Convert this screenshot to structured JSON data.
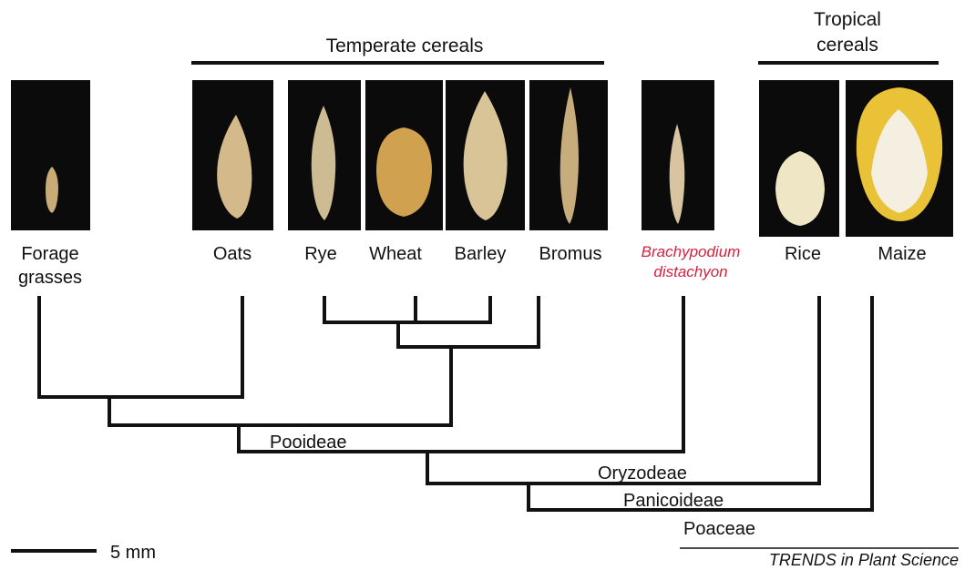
{
  "groups": {
    "temperate": "Temperate cereals",
    "tropical_line1": "Tropical",
    "tropical_line2": "cereals"
  },
  "species": [
    {
      "id": "forage",
      "label_lines": [
        "Forage",
        "grasses"
      ],
      "grain_color": "#c9ab78",
      "highlight": false,
      "grain_icon": "small-seed-icon"
    },
    {
      "id": "oats",
      "label_lines": [
        "Oats"
      ],
      "grain_color": "#d4b98a",
      "highlight": false,
      "grain_icon": "oat-grain-icon"
    },
    {
      "id": "rye",
      "label_lines": [
        "Rye"
      ],
      "grain_color": "#cdbb93",
      "highlight": false,
      "grain_icon": "rye-grain-icon"
    },
    {
      "id": "wheat",
      "label_lines": [
        "Wheat"
      ],
      "grain_color": "#d0a14f",
      "highlight": false,
      "grain_icon": "wheat-grain-icon"
    },
    {
      "id": "barley",
      "label_lines": [
        "Barley"
      ],
      "grain_color": "#d9c497",
      "highlight": false,
      "grain_icon": "barley-grain-icon"
    },
    {
      "id": "bromus",
      "label_lines": [
        "Bromus"
      ],
      "grain_color": "#c8ad7c",
      "highlight": false,
      "grain_icon": "bromus-grain-icon"
    },
    {
      "id": "brachypodium",
      "label_lines": [
        "Brachypodium",
        "distachyon"
      ],
      "grain_color": "#d8c4a0",
      "highlight": true,
      "label_color": "#d6213e",
      "grain_icon": "brachypodium-grain-icon"
    },
    {
      "id": "rice",
      "label_lines": [
        "Rice"
      ],
      "grain_color": "#efe6c6",
      "highlight": false,
      "grain_icon": "rice-grain-icon"
    },
    {
      "id": "maize",
      "label_lines": [
        "Maize"
      ],
      "grain_color": "#e9c238",
      "highlight": false,
      "grain_icon": "maize-kernel-icon"
    }
  ],
  "clades": {
    "pooideae": "Pooideae",
    "oryzodeae": "Oryzodeae",
    "panicoideae": "Panicoideae",
    "poaceae": "Poaceae"
  },
  "scale_bar": {
    "label": "5 mm"
  },
  "source": "TRENDS in Plant Science",
  "colors": {
    "line": "#111111",
    "photo_bg": "#0b0b0b",
    "highlight": "#d6213e"
  }
}
